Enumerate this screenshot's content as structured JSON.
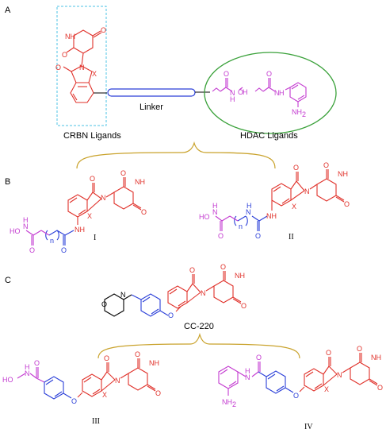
{
  "sections": {
    "a": "A",
    "b": "B",
    "c": "C"
  },
  "panel_a": {
    "linker_label": "Linker",
    "crbn_label": "CRBN Ligands",
    "hdac_label": "HDAC Ligands"
  },
  "compounds": {
    "i": "I",
    "ii": "II",
    "cc220": "CC-220",
    "iii": "III",
    "iv": "IV"
  },
  "atoms": {
    "nh": "NH",
    "n": "N",
    "o": "O",
    "x": "X",
    "h": "H",
    "ho": "HO",
    "nh2": "NH",
    "n_sub": "n",
    "h_n": "H",
    "n_nh": "N"
  },
  "colors": {
    "cereblon": "#e0312a",
    "hydroxamate": "#c33ad0",
    "linker": "#2b3fd8",
    "guide_box": "#4cc3e6",
    "hdac_circle": "#3aa13a",
    "bracket": "#c9a22b",
    "line": "#000000"
  }
}
